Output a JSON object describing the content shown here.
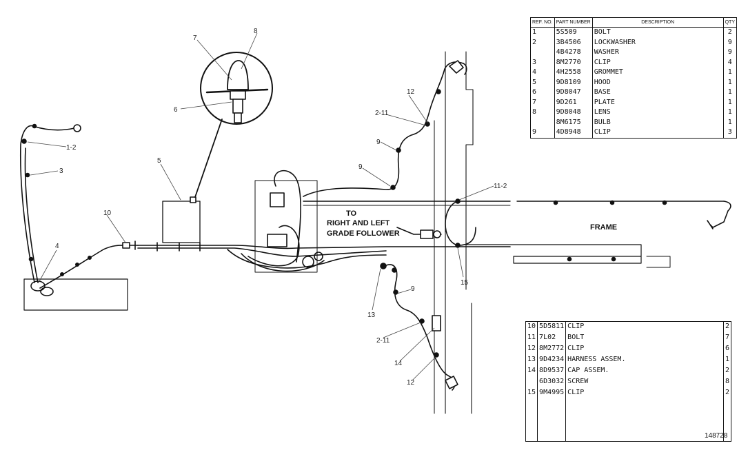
{
  "callouts": {
    "c1_2_left": "1-2",
    "c3": "3",
    "c4": "4",
    "c5": "5",
    "c6": "6",
    "c7": "7",
    "c8": "8",
    "c10": "10",
    "c9_a": "9",
    "c9_b": "9",
    "c9_c": "9",
    "c12_top": "12",
    "c2_11_top": "2-11",
    "c11_2": "11-2",
    "c13": "13",
    "c15": "15",
    "c2_11_bottom": "2-11",
    "c14": "14",
    "c12_bottom": "12"
  },
  "labels": {
    "to": "TO",
    "right_left": "RIGHT AND LEFT",
    "grade_follower": "GRADE FOLLOWER",
    "frame": "FRAME"
  },
  "parts_table_top": {
    "headers": [
      "REF. NO.",
      "PART NUMBER",
      "DESCRIPTION",
      "QTY"
    ],
    "rows": [
      {
        "ref": "1",
        "part": "5S509",
        "desc": "BOLT",
        "qty": "2"
      },
      {
        "ref": "2",
        "part": "3B4506",
        "desc": "LOCKWASHER",
        "qty": "9"
      },
      {
        "ref": "",
        "part": "4B4278",
        "desc": "WASHER",
        "qty": "9"
      },
      {
        "ref": "3",
        "part": "8M2770",
        "desc": "CLIP",
        "qty": "4"
      },
      {
        "ref": "4",
        "part": "4H2558",
        "desc": "GROMMET",
        "qty": "1"
      },
      {
        "ref": "5",
        "part": "9D8109",
        "desc": "HOOD",
        "qty": "1"
      },
      {
        "ref": "6",
        "part": "9D8047",
        "desc": "BASE",
        "qty": "1"
      },
      {
        "ref": "7",
        "part": "9D261",
        "desc": "PLATE",
        "qty": "1"
      },
      {
        "ref": "8",
        "part": "9D8048",
        "desc": "LENS",
        "qty": "1"
      },
      {
        "ref": "",
        "part": "8M6175",
        "desc": "BULB",
        "qty": "1"
      },
      {
        "ref": "9",
        "part": "4D8948",
        "desc": "CLIP",
        "qty": "3"
      }
    ]
  },
  "parts_table_bottom": {
    "rows": [
      {
        "ref": "10",
        "part": "5D5811",
        "desc": "CLIP",
        "qty": "2"
      },
      {
        "ref": "11",
        "part": "7L02",
        "desc": "BOLT",
        "qty": "7"
      },
      {
        "ref": "12",
        "part": "8M2772",
        "desc": "CLIP",
        "qty": "6"
      },
      {
        "ref": "13",
        "part": "9D4234",
        "desc": "HARNESS ASSEM.",
        "qty": "1"
      },
      {
        "ref": "14",
        "part": "8D9537",
        "desc": "CAP ASSEM.",
        "qty": "2"
      },
      {
        "ref": "",
        "part": "6D3032",
        "desc": "SCREW",
        "qty": "8"
      },
      {
        "ref": "15",
        "part": "9M4995",
        "desc": "CLIP",
        "qty": "2"
      }
    ]
  },
  "drawing_number": "148728"
}
